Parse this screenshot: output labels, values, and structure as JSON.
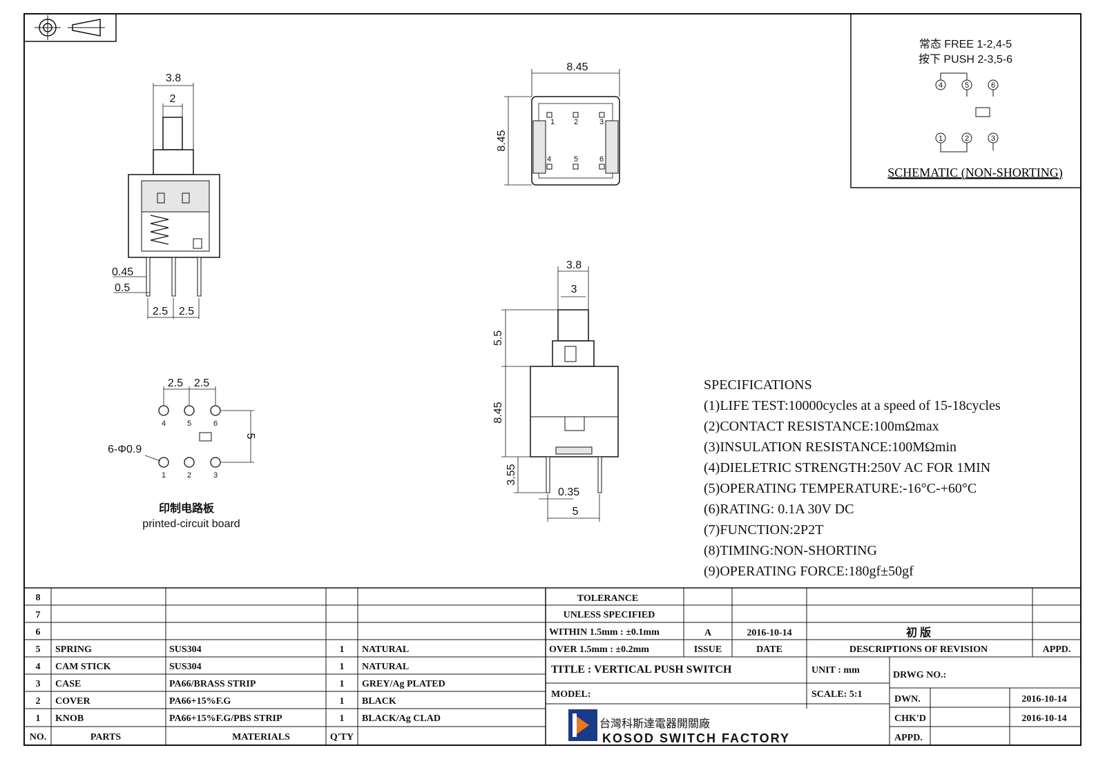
{
  "schematic": {
    "free_label": "常态 FREE 1-2,4-5",
    "push_label": "按下 PUSH 2-3,5-6",
    "title": "SCHEMATIC (NON-SHORTING)",
    "pins_top": [
      "4",
      "5",
      "6"
    ],
    "pins_bottom": [
      "1",
      "2",
      "3"
    ]
  },
  "side_view": {
    "dim_width": "3.8",
    "dim_plunger": "2",
    "dim_pin_thickness": "0.45",
    "dim_pin_width": "0.5",
    "dim_pitch_left": "2.5",
    "dim_pitch_right": "2.5"
  },
  "top_view": {
    "dim_width": "8.45",
    "dim_height": "8.45",
    "pins_top": [
      "1",
      "2",
      "3"
    ],
    "pins_bottom": [
      "4",
      "5",
      "6"
    ]
  },
  "front_view": {
    "dim_width_outer": "3.8",
    "dim_width_inner": "3",
    "dim_plunger_height": "5.5",
    "dim_body_height": "8.45",
    "dim_pin_length": "3.55",
    "dim_pin_thickness": "0.35",
    "dim_pin_spacing": "5"
  },
  "pcb": {
    "dim_pitch_left": "2.5",
    "dim_pitch_right": "2.5",
    "dim_row_spacing": "5",
    "hole_label": "6-Φ0.9",
    "pins_top": [
      "4",
      "5",
      "6"
    ],
    "pins_bottom": [
      "1",
      "2",
      "3"
    ],
    "label_cn": "印制电路板",
    "label_en": "printed-circuit board"
  },
  "specifications": {
    "heading": "SPECIFICATIONS",
    "items": [
      "(1)LIFE TEST:10000cycles at a speed of 15-18cycles",
      "(2)CONTACT RESISTANCE:100mΩmax",
      "(3)INSULATION RESISTANCE:100MΩmin",
      "(4)DIELETRIC STRENGTH:250V AC FOR 1MIN",
      "(5)OPERATING TEMPERATURE:-16°C-+60°C",
      "(6)RATING: 0.1A 30V DC",
      "(7)FUNCTION:2P2T",
      "(8)TIMING:NON-SHORTING",
      "(9)OPERATING FORCE:180gf±50gf"
    ]
  },
  "bom": {
    "headers": {
      "no": "NO.",
      "parts": "PARTS",
      "materials": "MATERIALS",
      "qty": "Q'TY"
    },
    "empty_rows": [
      "8",
      "7",
      "6"
    ],
    "rows": [
      {
        "no": "5",
        "part": "SPRING",
        "material": "SUS304",
        "qty": "1",
        "finish": "NATURAL"
      },
      {
        "no": "4",
        "part": "CAM STICK",
        "material": "SUS304",
        "qty": "1",
        "finish": "NATURAL"
      },
      {
        "no": "3",
        "part": "CASE",
        "material": "PA66/BRASS STRIP",
        "qty": "1",
        "finish": "GREY/Ag PLATED"
      },
      {
        "no": "2",
        "part": "COVER",
        "material": "PA66+15%F.G",
        "qty": "1",
        "finish": "BLACK"
      },
      {
        "no": "1",
        "part": "KNOB",
        "material": "PA66+15%F.G/PBS STRIP",
        "qty": "1",
        "finish": "BLACK/Ag CLAD"
      }
    ]
  },
  "title_block": {
    "tolerance_title": "TOLERANCE",
    "tolerance_sub": "UNLESS  SPECIFIED",
    "tolerance_within": "WITHIN 1.5mm : ±0.1mm",
    "tolerance_over": "OVER 1.5mm : ±0.2mm",
    "revision": {
      "issue": "A",
      "date": "2016-10-14",
      "description": "初   版"
    },
    "rev_headers": {
      "issue": "ISSUE",
      "date": "DATE",
      "desc": "DESCRIPTIONS OF REVISION",
      "appd": "APPD."
    },
    "title_label": "TITLE :  VERTICAL PUSH SWITCH",
    "unit_label": "UNIT :   mm",
    "model_label": "MODEL:",
    "scale_label": "SCALE:   5:1",
    "drwg_no_label": "DRWG NO.:",
    "dwn_label": "DWN.",
    "dwn_date": "2016-10-14",
    "chkd_label": "CHK'D",
    "chkd_date": "2016-10-14",
    "appd_label": "APPD.",
    "company_cn": "台灣科斯達電器開關廠",
    "company_en": "KOSOD SWITCH FACTORY"
  },
  "colors": {
    "ink": "#111111",
    "paper": "#ffffff",
    "body": "#e6e6e6"
  }
}
